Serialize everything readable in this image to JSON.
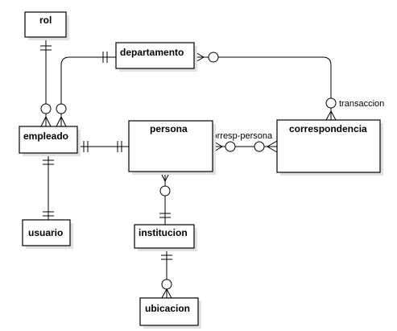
{
  "entities": {
    "rol": "rol",
    "departamento": "departamento",
    "empleado": "empleado",
    "persona": "persona",
    "correspondencia": "correspondencia",
    "usuario": "usuario",
    "institucion": "institucion",
    "ubicacion": "ubicacion"
  },
  "relationships": {
    "transaccion": "transaccion",
    "corresp_persona": "corresp-persona"
  },
  "colors": {
    "line": "#000000",
    "box_fill": "#ffffff",
    "shadow": "#e2e2e2"
  }
}
